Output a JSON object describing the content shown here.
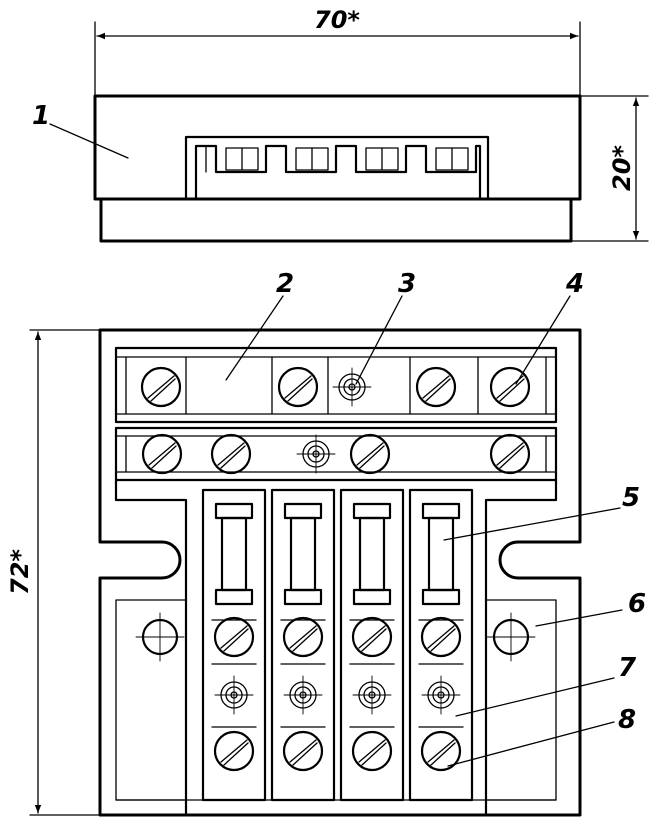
{
  "dimensions": {
    "width": "70*",
    "height": "20*",
    "length": "72*"
  },
  "callouts": [
    "1",
    "2",
    "3",
    "4",
    "5",
    "6",
    "7",
    "8"
  ],
  "colors": {
    "line": "#000000",
    "background": "#ffffff"
  }
}
